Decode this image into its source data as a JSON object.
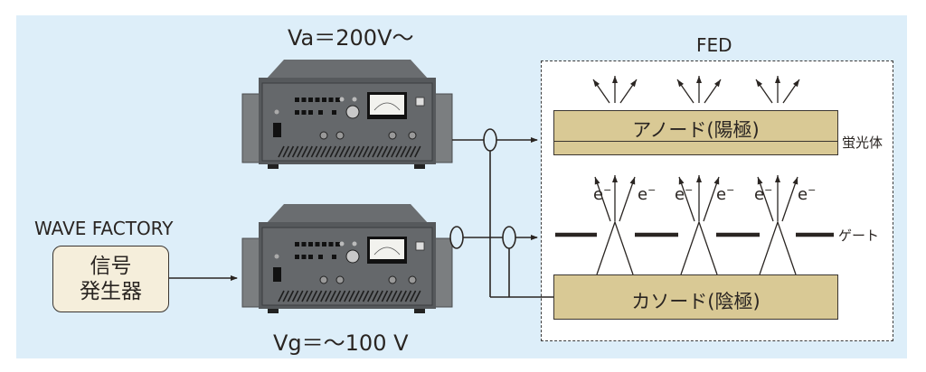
{
  "diagram": {
    "anode_supply_label": "Va＝200V～",
    "gate_supply_label": "Vg＝～100 V",
    "fed_label": "FED",
    "signal_generator": {
      "brand_label": "WAVE FACTORY",
      "line1": "信号",
      "line2": "発生器"
    },
    "anode_label": "アノード(陽極)",
    "cathode_label": "カソード(陰極)",
    "phosphor_label": "蛍光体",
    "gate_label": "ゲート",
    "electron_symbol": "e",
    "electron_charge": "−",
    "emitter_count": 3,
    "devices": [
      {
        "name": "anode-power-amplifier"
      },
      {
        "name": "gate-power-amplifier"
      }
    ],
    "colors": {
      "panel_bg": "#ddeef9",
      "electrode_fill": "#d9c995",
      "siggen_fill": "#f5eedb",
      "line": "#2a2522"
    }
  }
}
